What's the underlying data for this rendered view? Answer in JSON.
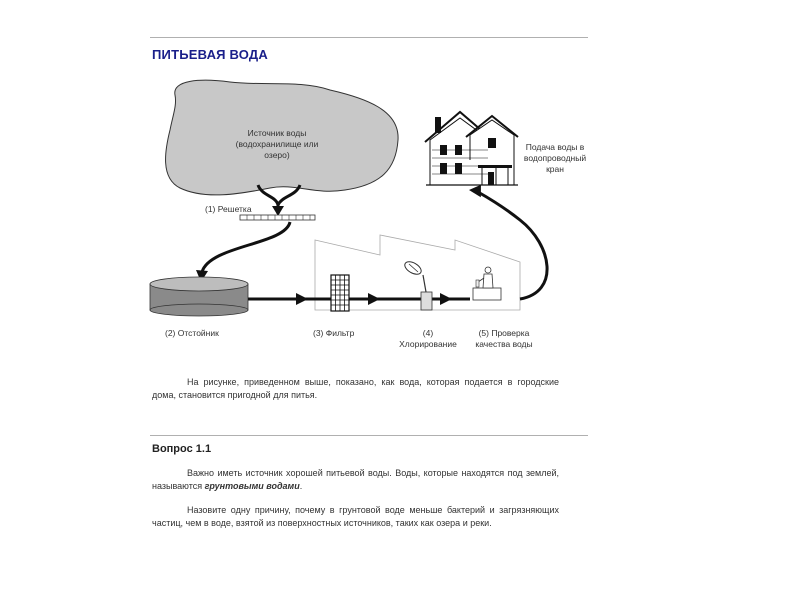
{
  "page": {
    "title": "ПИТЬЕВАЯ ВОДА"
  },
  "diagram": {
    "source_label": "Источник воды\n(водохранилище или\nозеро)",
    "step1_label": "(1) Решетка",
    "step2_label": "(2) Отстойник",
    "step3_label": "(3) Фильтр",
    "step4_label": "(4)\nХлорирование",
    "step5_label": "(5) Проверка\nкачества воды",
    "tap_label": "Подача воды в\nводопроводный\nкран",
    "colors": {
      "cloud_fill": "#c8c8c8",
      "tank_fill": "#8a8a8a",
      "arrow": "#111111"
    },
    "icons": [
      "house-icon",
      "filter-icon",
      "chlorination-icon",
      "quality-check-icon",
      "grate-icon",
      "settling-tank-icon"
    ]
  },
  "intro": {
    "text": "На рисунке, приведенном выше, показано, как вода, которая подается в городские дома, становится пригодной для питья."
  },
  "question": {
    "title": "Вопрос 1.1",
    "para1_before": "Важно иметь источник хорошей питьевой воды. Воды, которые находятся под землей, называются ",
    "para1_emph": "грунтовыми водами",
    "para1_after": ".",
    "para2": "Назовите одну причину, почему в грунтовой воде меньше бактерий и загрязняющих частиц, чем в воде, взятой из поверхностных источников, таких как озера и реки."
  }
}
